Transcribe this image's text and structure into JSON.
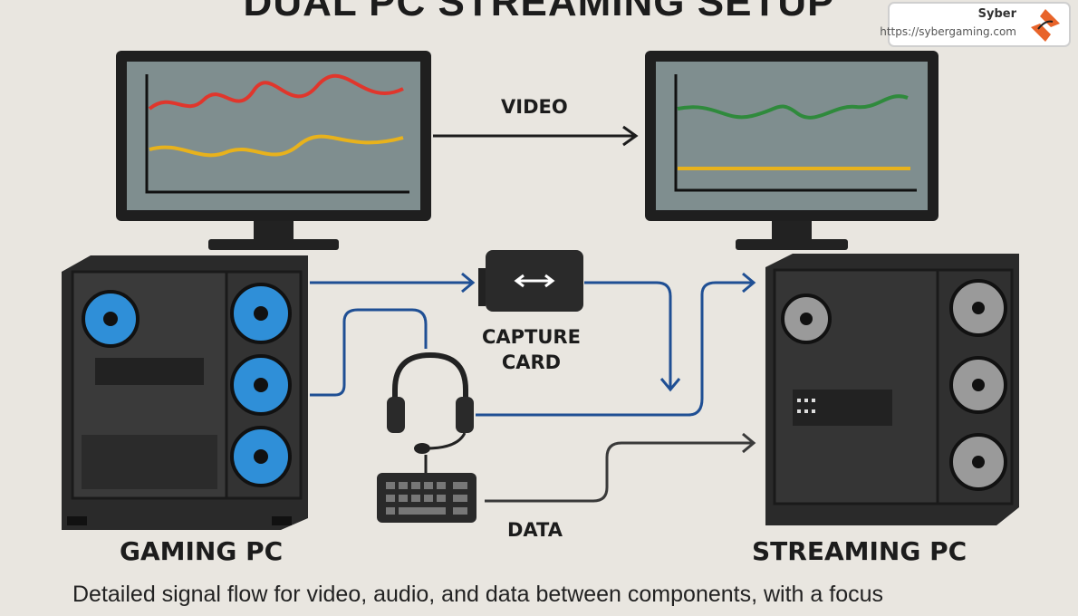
{
  "title": "DUAL PC STREAMING SETUP",
  "labels": {
    "video": "VIDEO",
    "capture_line1": "CAPTURE",
    "capture_line2": "CARD",
    "data": "DATA",
    "gaming_pc": "GAMING PC",
    "streaming_pc": "STREAMING PC"
  },
  "caption": "Detailed signal flow for video, audio, and data between components, with a focus",
  "watermark": {
    "name": "Syber",
    "url": "https://sybergaming.com"
  },
  "colors": {
    "background": "#e9e6e0",
    "signal_blue": "#1f4f94",
    "fan_blue": "#2f8fd8",
    "line_red": "#e0362c",
    "line_yellow": "#e8b21c",
    "line_green": "#2f8a3c",
    "accent_orange": "#e8642a"
  }
}
